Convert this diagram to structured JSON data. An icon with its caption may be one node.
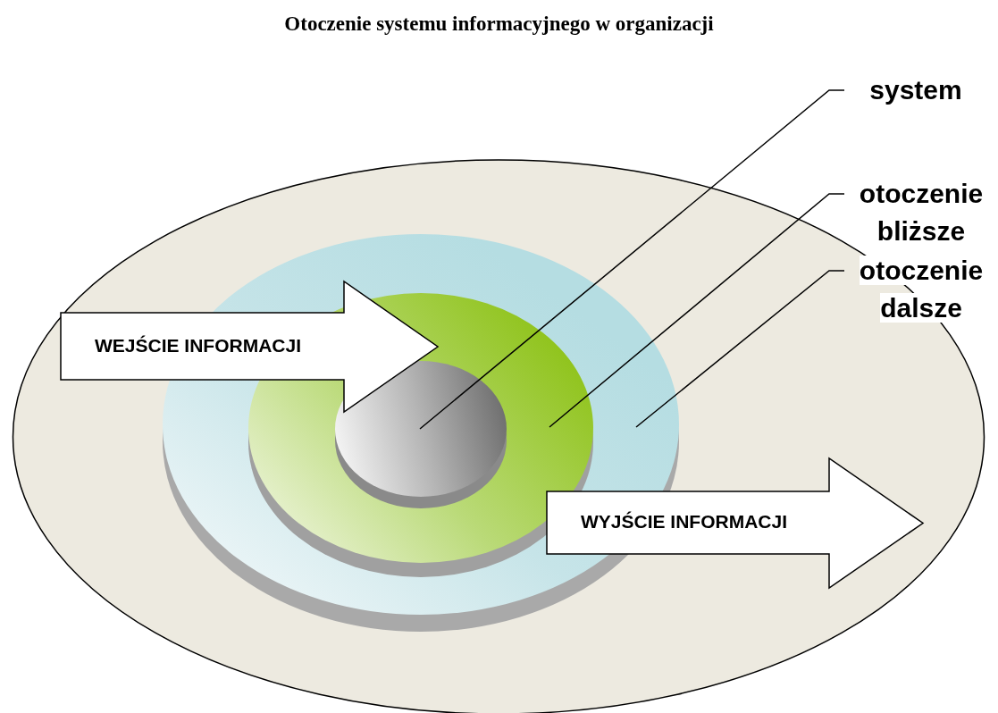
{
  "diagram": {
    "title": "Otoczenie systemu informacyjnego w organizacji",
    "nodes": [
      {
        "text": [],
        "shape": "ellipse"
      },
      {
        "text": [],
        "shape": "disk",
        "in": 0
      },
      {
        "text": [],
        "shape": "disk",
        "in": 1
      },
      {
        "text": [],
        "shape": "disk",
        "in": 2
      },
      {
        "text": [
          "system"
        ]
      },
      {
        "text": [
          "otoczenie bliższe"
        ]
      },
      {
        "text": [
          "otoczenie dalsze"
        ]
      },
      {
        "text": [
          "WEJŚCIE INFORMACJI"
        ],
        "in": 0
      },
      {
        "text": [
          "WYJŚCIE INFORMACJI"
        ],
        "in": 0
      }
    ],
    "edges": [
      {
        "from": 4,
        "to": 3,
        "arrow": "none"
      },
      {
        "from": 5,
        "to": 2,
        "arrow": "none"
      },
      {
        "from": 6,
        "to": 1,
        "arrow": "none"
      }
    ]
  }
}
